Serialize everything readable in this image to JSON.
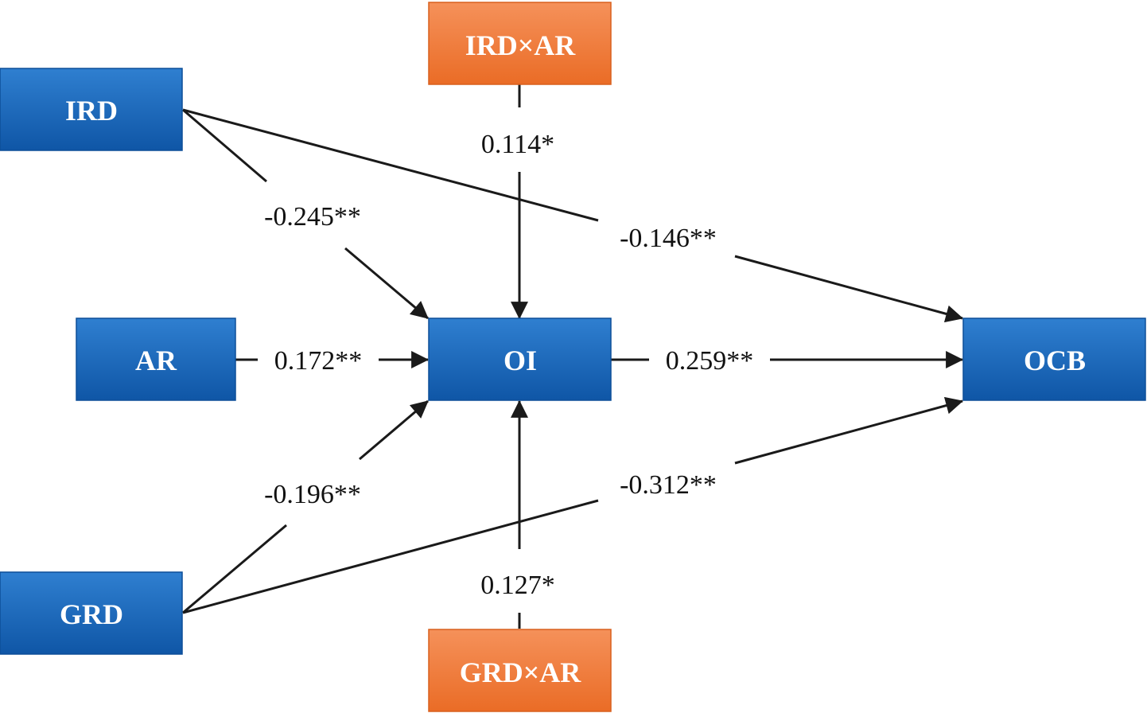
{
  "colors": {
    "blue_top": "#2f7fd0",
    "blue_bottom": "#0f56a6",
    "orange_top": "#f5915a",
    "orange_bottom": "#ea6c26",
    "line": "#1a1a1a"
  },
  "nodes": {
    "ird": "IRD",
    "ar": "AR",
    "grd": "GRD",
    "oi": "OI",
    "ocb": "OCB",
    "ird_x_ar": "IRD×AR",
    "grd_x_ar": "GRD×AR"
  },
  "edges": {
    "ird_oi": "-0.245**",
    "ar_oi": "0.172**",
    "grd_oi": "-0.196**",
    "ird_ocb": "-0.146**",
    "grd_ocb": "-0.312**",
    "oi_ocb": "0.259**",
    "ird_x_ar_oi": "0.114*",
    "grd_x_ar_oi": "0.127*"
  }
}
